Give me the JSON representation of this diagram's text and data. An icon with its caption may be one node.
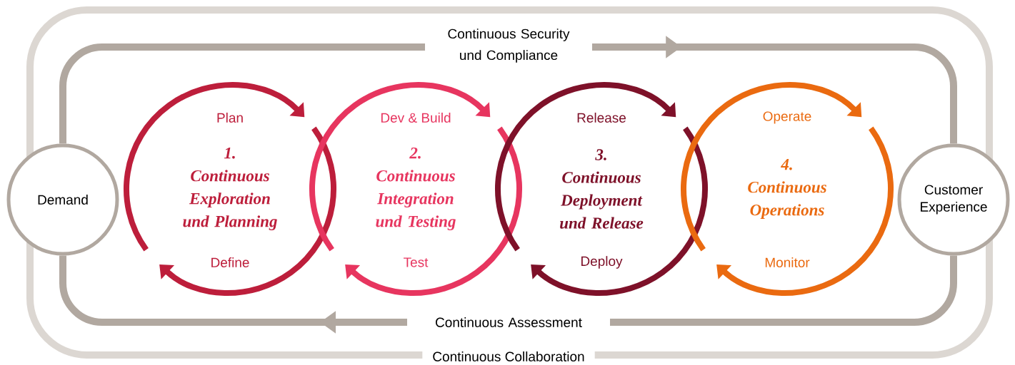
{
  "diagram": {
    "nodes": [
      {
        "text": [
          "Demand"
        ]
      },
      {
        "text": [
          "Plan",
          "1.",
          "Continuous Exploration und Planning",
          "Define"
        ]
      },
      {
        "text": [
          "Dev & Build",
          "2.",
          "Continuous Integration und Testing",
          "Test"
        ]
      },
      {
        "text": [
          "Release",
          "3.",
          "Continuous Deployment und Release",
          "Deploy"
        ]
      },
      {
        "text": [
          "Operate",
          "4.",
          "Continuous Operations",
          "Monitor"
        ]
      },
      {
        "text": [
          "Customer Experience"
        ]
      }
    ],
    "edges": [
      {
        "from": 0,
        "to": 5,
        "arrow": "to",
        "label": "Continuous Security und Compliance"
      },
      {
        "from": 5,
        "to": 0,
        "arrow": "to",
        "label": "Continuous Assessment"
      }
    ],
    "labels": [
      "Continuous Collaboration"
    ]
  }
}
